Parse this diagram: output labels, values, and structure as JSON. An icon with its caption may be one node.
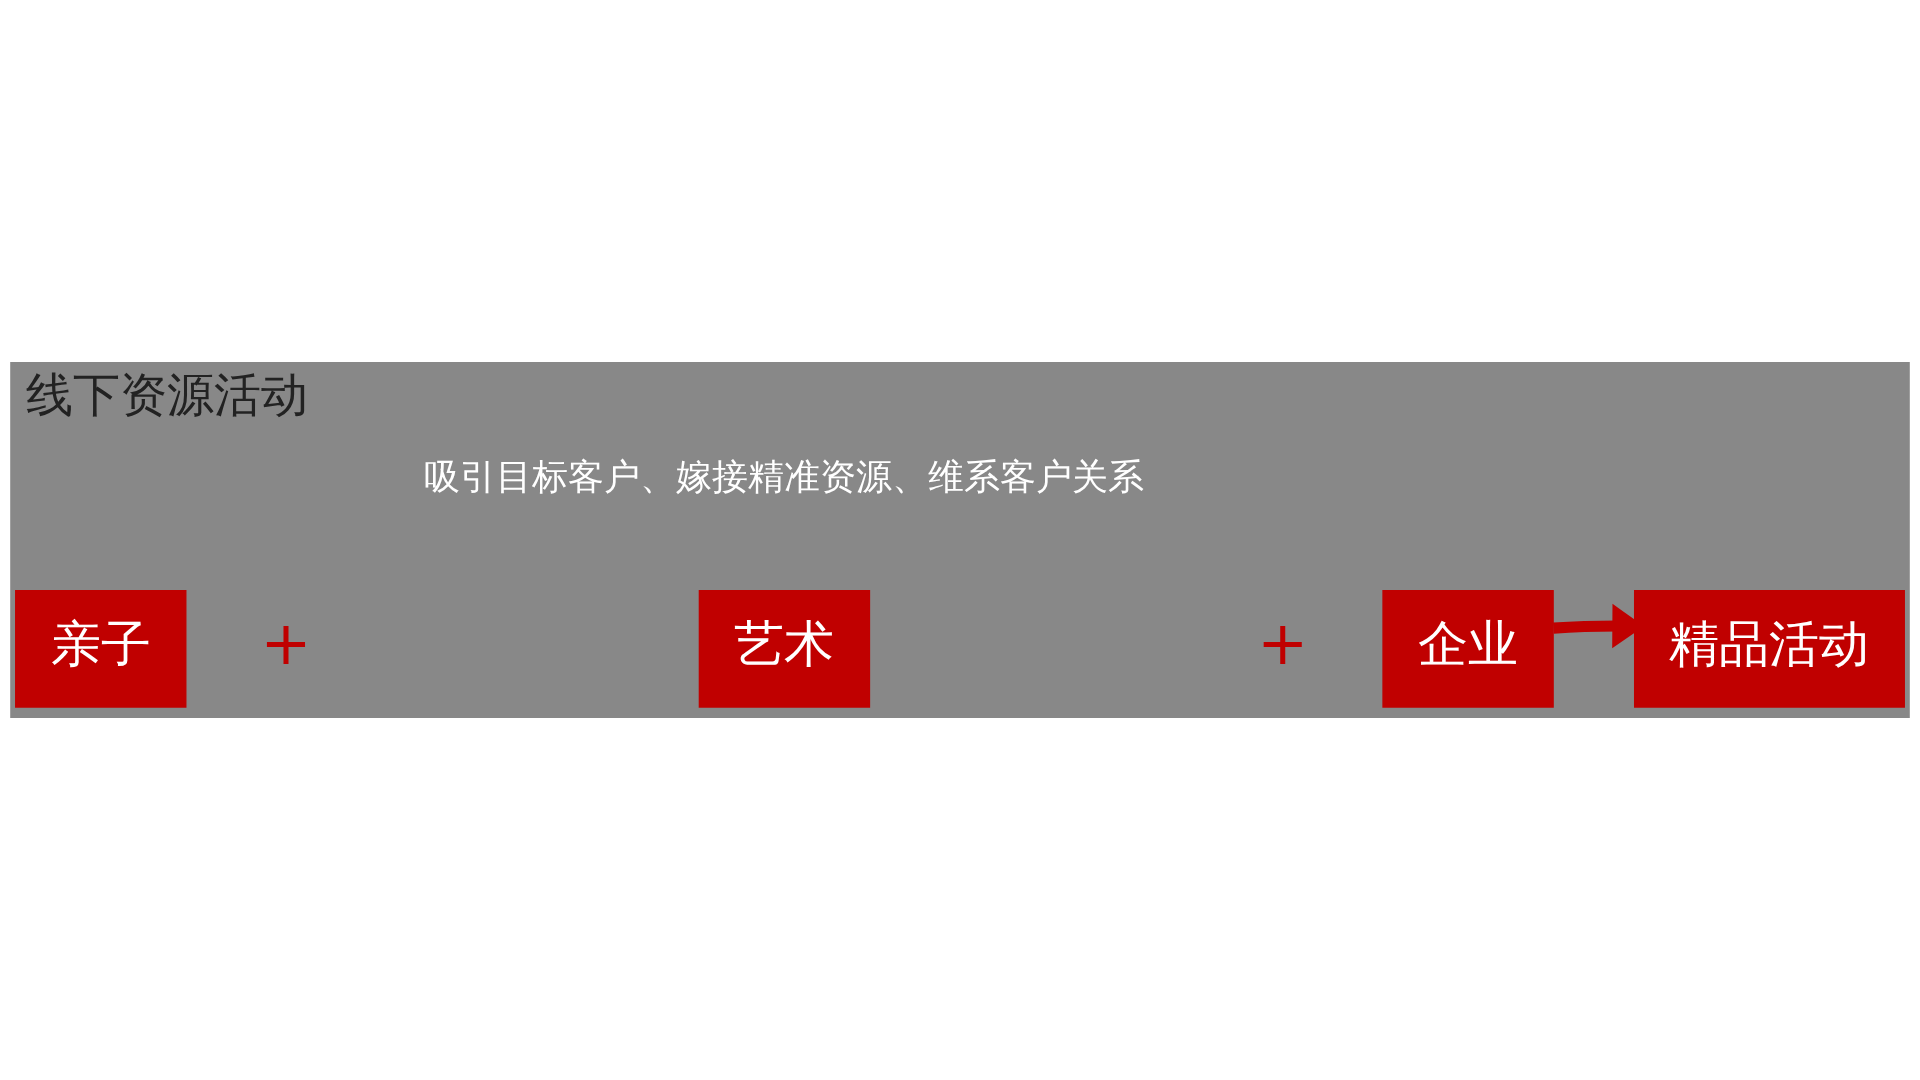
{
  "diagram": {
    "title": "线下资源活动",
    "nodes": [
      {
        "text": [
          "亲子"
        ]
      },
      {
        "text": [
          "艺术"
        ]
      },
      {
        "text": [
          "企业"
        ]
      },
      {
        "text": [
          "精品活动"
        ]
      }
    ],
    "edges": [
      {
        "from": 2,
        "to": 3,
        "arrow": "to"
      }
    ],
    "labels": [
      "+",
      "+",
      "吸引目标客户、嫁接精准资源、维系客户关系"
    ]
  }
}
